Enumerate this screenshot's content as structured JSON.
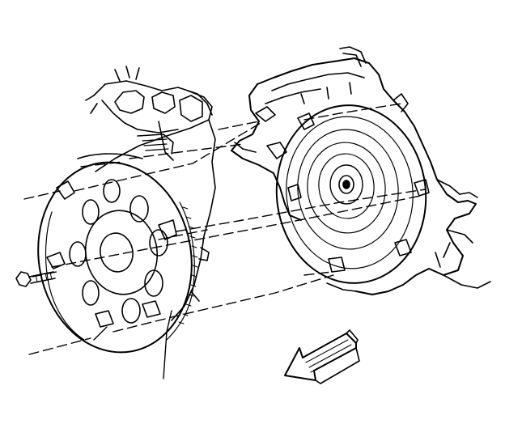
{
  "diagram": {
    "parts": [
      "flexplate",
      "engine-block",
      "torque-converter",
      "transmission-housing",
      "bolt",
      "direction-arrow"
    ],
    "colors": {
      "ink": "#000000",
      "paper": "#ffffff"
    }
  }
}
